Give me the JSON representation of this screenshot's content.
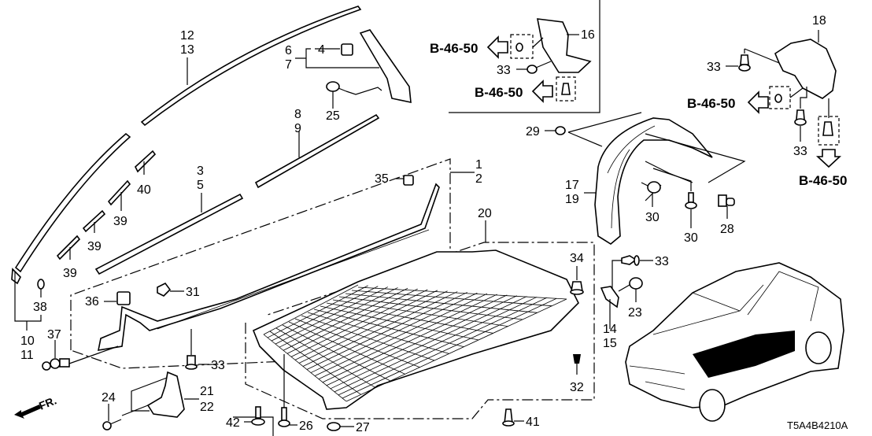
{
  "diagram": {
    "diagram_code": "T5A4B4210A",
    "front_indicator": "FR.",
    "reference_label": "B-46-50",
    "callouts": {
      "c12_13": [
        "12",
        "13"
      ],
      "c6_7": [
        "6",
        "7"
      ],
      "c4": "4",
      "c25": "25",
      "c8_9": [
        "8",
        "9"
      ],
      "c3_5": [
        "3",
        "5"
      ],
      "c40": "40",
      "c39a": "39",
      "c39b": "39",
      "c39c": "39",
      "c38": "38",
      "c10_11": [
        "10",
        "11"
      ],
      "c37": "37",
      "c36": "36",
      "c31": "31",
      "c35": "35",
      "c1_2": [
        "1",
        "2"
      ],
      "c20": "20",
      "c33_sill": "33",
      "c24": "24",
      "c21_22": [
        "21",
        "22"
      ],
      "c42": "42",
      "c26": "26",
      "c27": "27",
      "c41": "41",
      "c32": "32",
      "c34": "34",
      "c16": "16",
      "c33_inset": "33",
      "c18": "18",
      "c33_r1": "33",
      "c33_r2": "33",
      "c29": "29",
      "c17_19": [
        "17",
        "19"
      ],
      "c30a": "30",
      "c30b": "30",
      "c28": "28",
      "c33_mid": "33",
      "c23": "23",
      "c14_15": [
        "14",
        "15"
      ]
    }
  }
}
